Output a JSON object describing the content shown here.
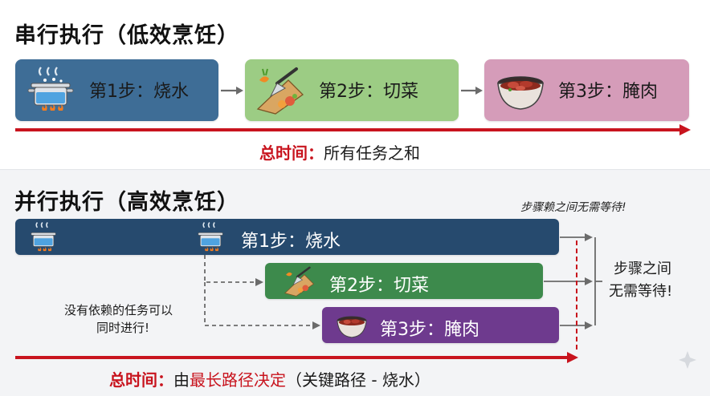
{
  "serial": {
    "title": "串行执行（低效烹饪）",
    "steps": [
      {
        "label": "第1步：烧水",
        "icon": "boiling-pot-icon",
        "color": "#3e6d96"
      },
      {
        "label": "第2步：切菜",
        "icon": "cutting-board-icon",
        "color": "#9ccc84"
      },
      {
        "label": "第3步：腌肉",
        "icon": "meat-bowl-icon",
        "color": "#d59cb9"
      }
    ],
    "total_label": "总时间：",
    "total_value": "所有任务之和"
  },
  "parallel": {
    "title": "并行执行（高效烹饪）",
    "steps": [
      {
        "label": "第1步：烧水",
        "icon": "boiling-pot-icon",
        "color": "#264a6e"
      },
      {
        "label": "第2步：切菜",
        "icon": "cutting-board-icon",
        "color": "#3d8a4c"
      },
      {
        "label": "第3步：腌肉",
        "icon": "meat-bowl-icon",
        "color": "#6e3a8e"
      }
    ],
    "note_no_dependency_1": "没有依赖的任务可以",
    "note_no_dependency_2": "同时进行!",
    "note_no_wait_top": "步骤赖之间无需等待!",
    "note_no_wait_side_1": "步骤之间",
    "note_no_wait_side_2": "无需等待!",
    "total_label": "总时间：",
    "total_prefix": "由",
    "total_highlight": "最长路径决定",
    "total_suffix": "（关键路径 - 烧水）"
  }
}
